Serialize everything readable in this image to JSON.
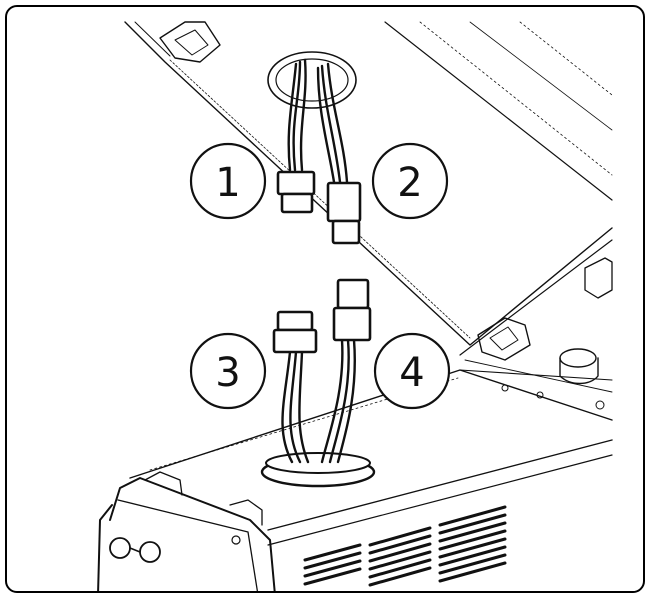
{
  "callouts": [
    {
      "id": "1",
      "label": "1"
    },
    {
      "id": "2",
      "label": "2"
    },
    {
      "id": "3",
      "label": "3"
    },
    {
      "id": "4",
      "label": "4"
    }
  ],
  "colors": {
    "line": "#111111",
    "background": "#ffffff",
    "frame": "#000000"
  }
}
